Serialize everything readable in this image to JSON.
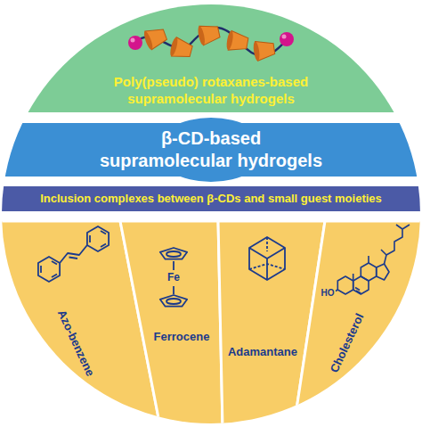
{
  "diagram": {
    "nodes": [
      {
        "text": [
          "Poly(pseudo) rotaxanes-based supramolecular hydrogels"
        ]
      },
      {
        "text": [
          "β-CD-based supramolecular hydrogels"
        ]
      },
      {
        "text": [
          "Inclusion complexes between β-CDs and small guest moieties"
        ]
      },
      {
        "text": [
          "Azo-benzene"
        ]
      },
      {
        "text": [
          "Ferrocene"
        ]
      },
      {
        "text": [
          "Adamantane"
        ]
      },
      {
        "text": [
          "Cholesterol"
        ]
      }
    ],
    "labels": [
      "Fe",
      "HO"
    ]
  }
}
